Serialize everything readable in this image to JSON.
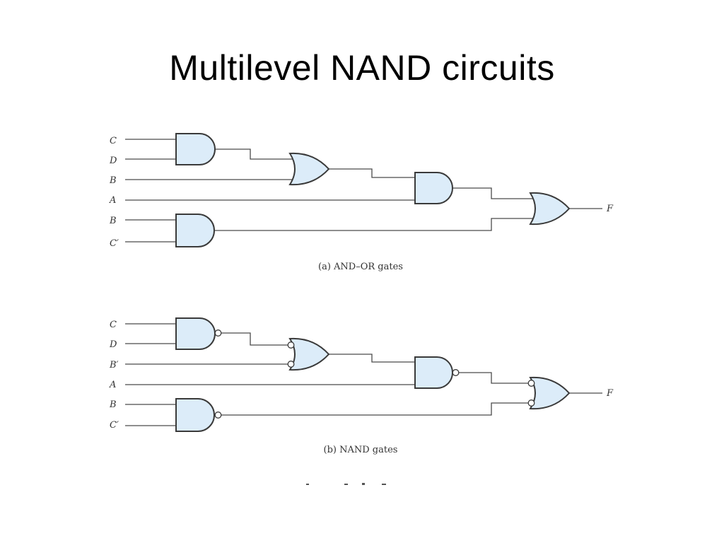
{
  "title": "Multilevel NAND circuits",
  "diagram_a": {
    "caption": "(a) AND–OR gates",
    "inputs": [
      "C",
      "D",
      "B",
      "A",
      "B",
      "C′"
    ],
    "output": "F"
  },
  "diagram_b": {
    "caption": "(b) NAND gates",
    "inputs": [
      "C",
      "D",
      "B′",
      "A",
      "B",
      "C′"
    ],
    "output": "F"
  },
  "colors": {
    "gate_fill": "#dcecf9",
    "wire": "#4a4a4a"
  }
}
